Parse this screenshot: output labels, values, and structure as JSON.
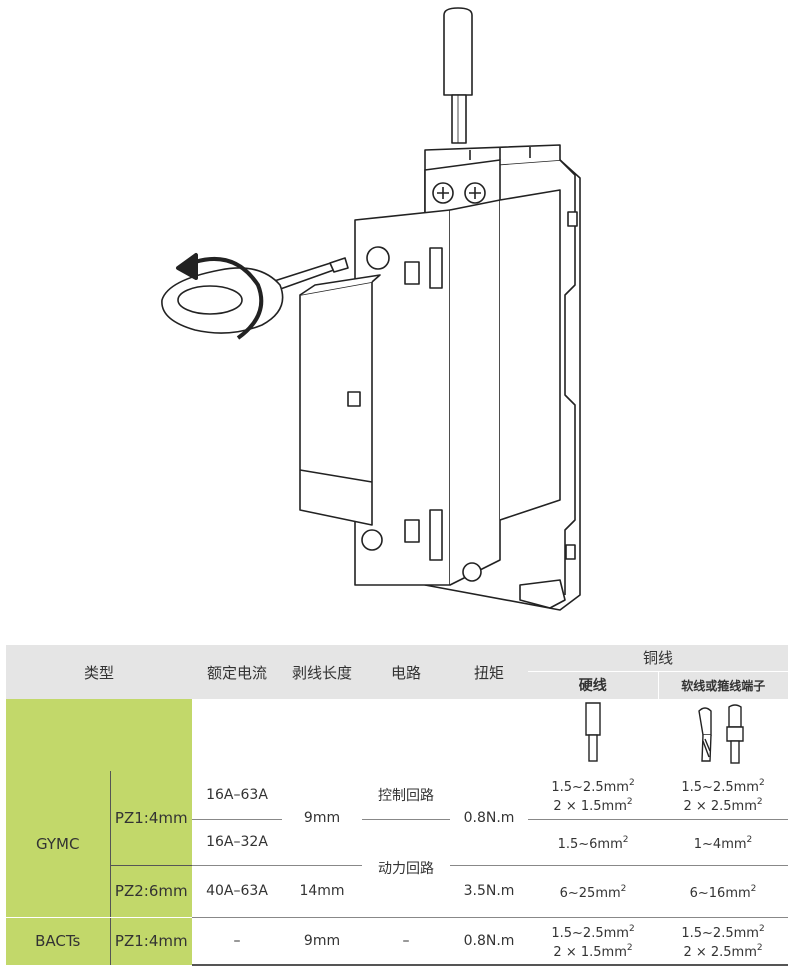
{
  "table": {
    "headers": {
      "type": "类型",
      "rated_current": "额定电流",
      "strip_length": "剥线长度",
      "circuit": "电路",
      "torque": "扭矩",
      "copper_wire": "铜线",
      "hard_wire": "硬线",
      "soft_wire": "软线或箍线端子"
    },
    "rows": {
      "gymc": "GYMC",
      "bacts": "BACTs",
      "pz1": "PZ1:4mm",
      "pz2": "PZ2:6mm",
      "pz1_b": "PZ1:4mm",
      "i1": "16A–63A",
      "i2": "16A–32A",
      "i3": "40A–63A",
      "i4": "–",
      "s1": "9mm",
      "s2": "14mm",
      "s3": "9mm",
      "c1": "控制回路",
      "c2": "动力回路",
      "c3": "–",
      "t1": "0.8N.m",
      "t2": "3.5N.m",
      "t3": "0.8N.m",
      "h1a": "1.5~2.5mm",
      "h1b": "2 × 1.5mm",
      "h2": "1.5~6mm",
      "h3": "6~25mm",
      "h4a": "1.5~2.5mm",
      "h4b": "2 × 1.5mm",
      "f1a": "1.5~2.5mm",
      "f1b": "2 × 2.5mm",
      "f2": "1~4mm",
      "f3": "6~16mm",
      "f4a": "1.5~2.5mm",
      "f4b": "2 × 2.5mm",
      "sq": "2"
    }
  },
  "colors": {
    "accent_green": "#c2d86a",
    "header_gray": "#e5e5e5"
  },
  "icons": [
    "screwdriver-icon",
    "rotation-arrow-icon",
    "wire-icon",
    "din-rail-contactor",
    "solid-wire-icon",
    "ferrule-wire-icon"
  ]
}
